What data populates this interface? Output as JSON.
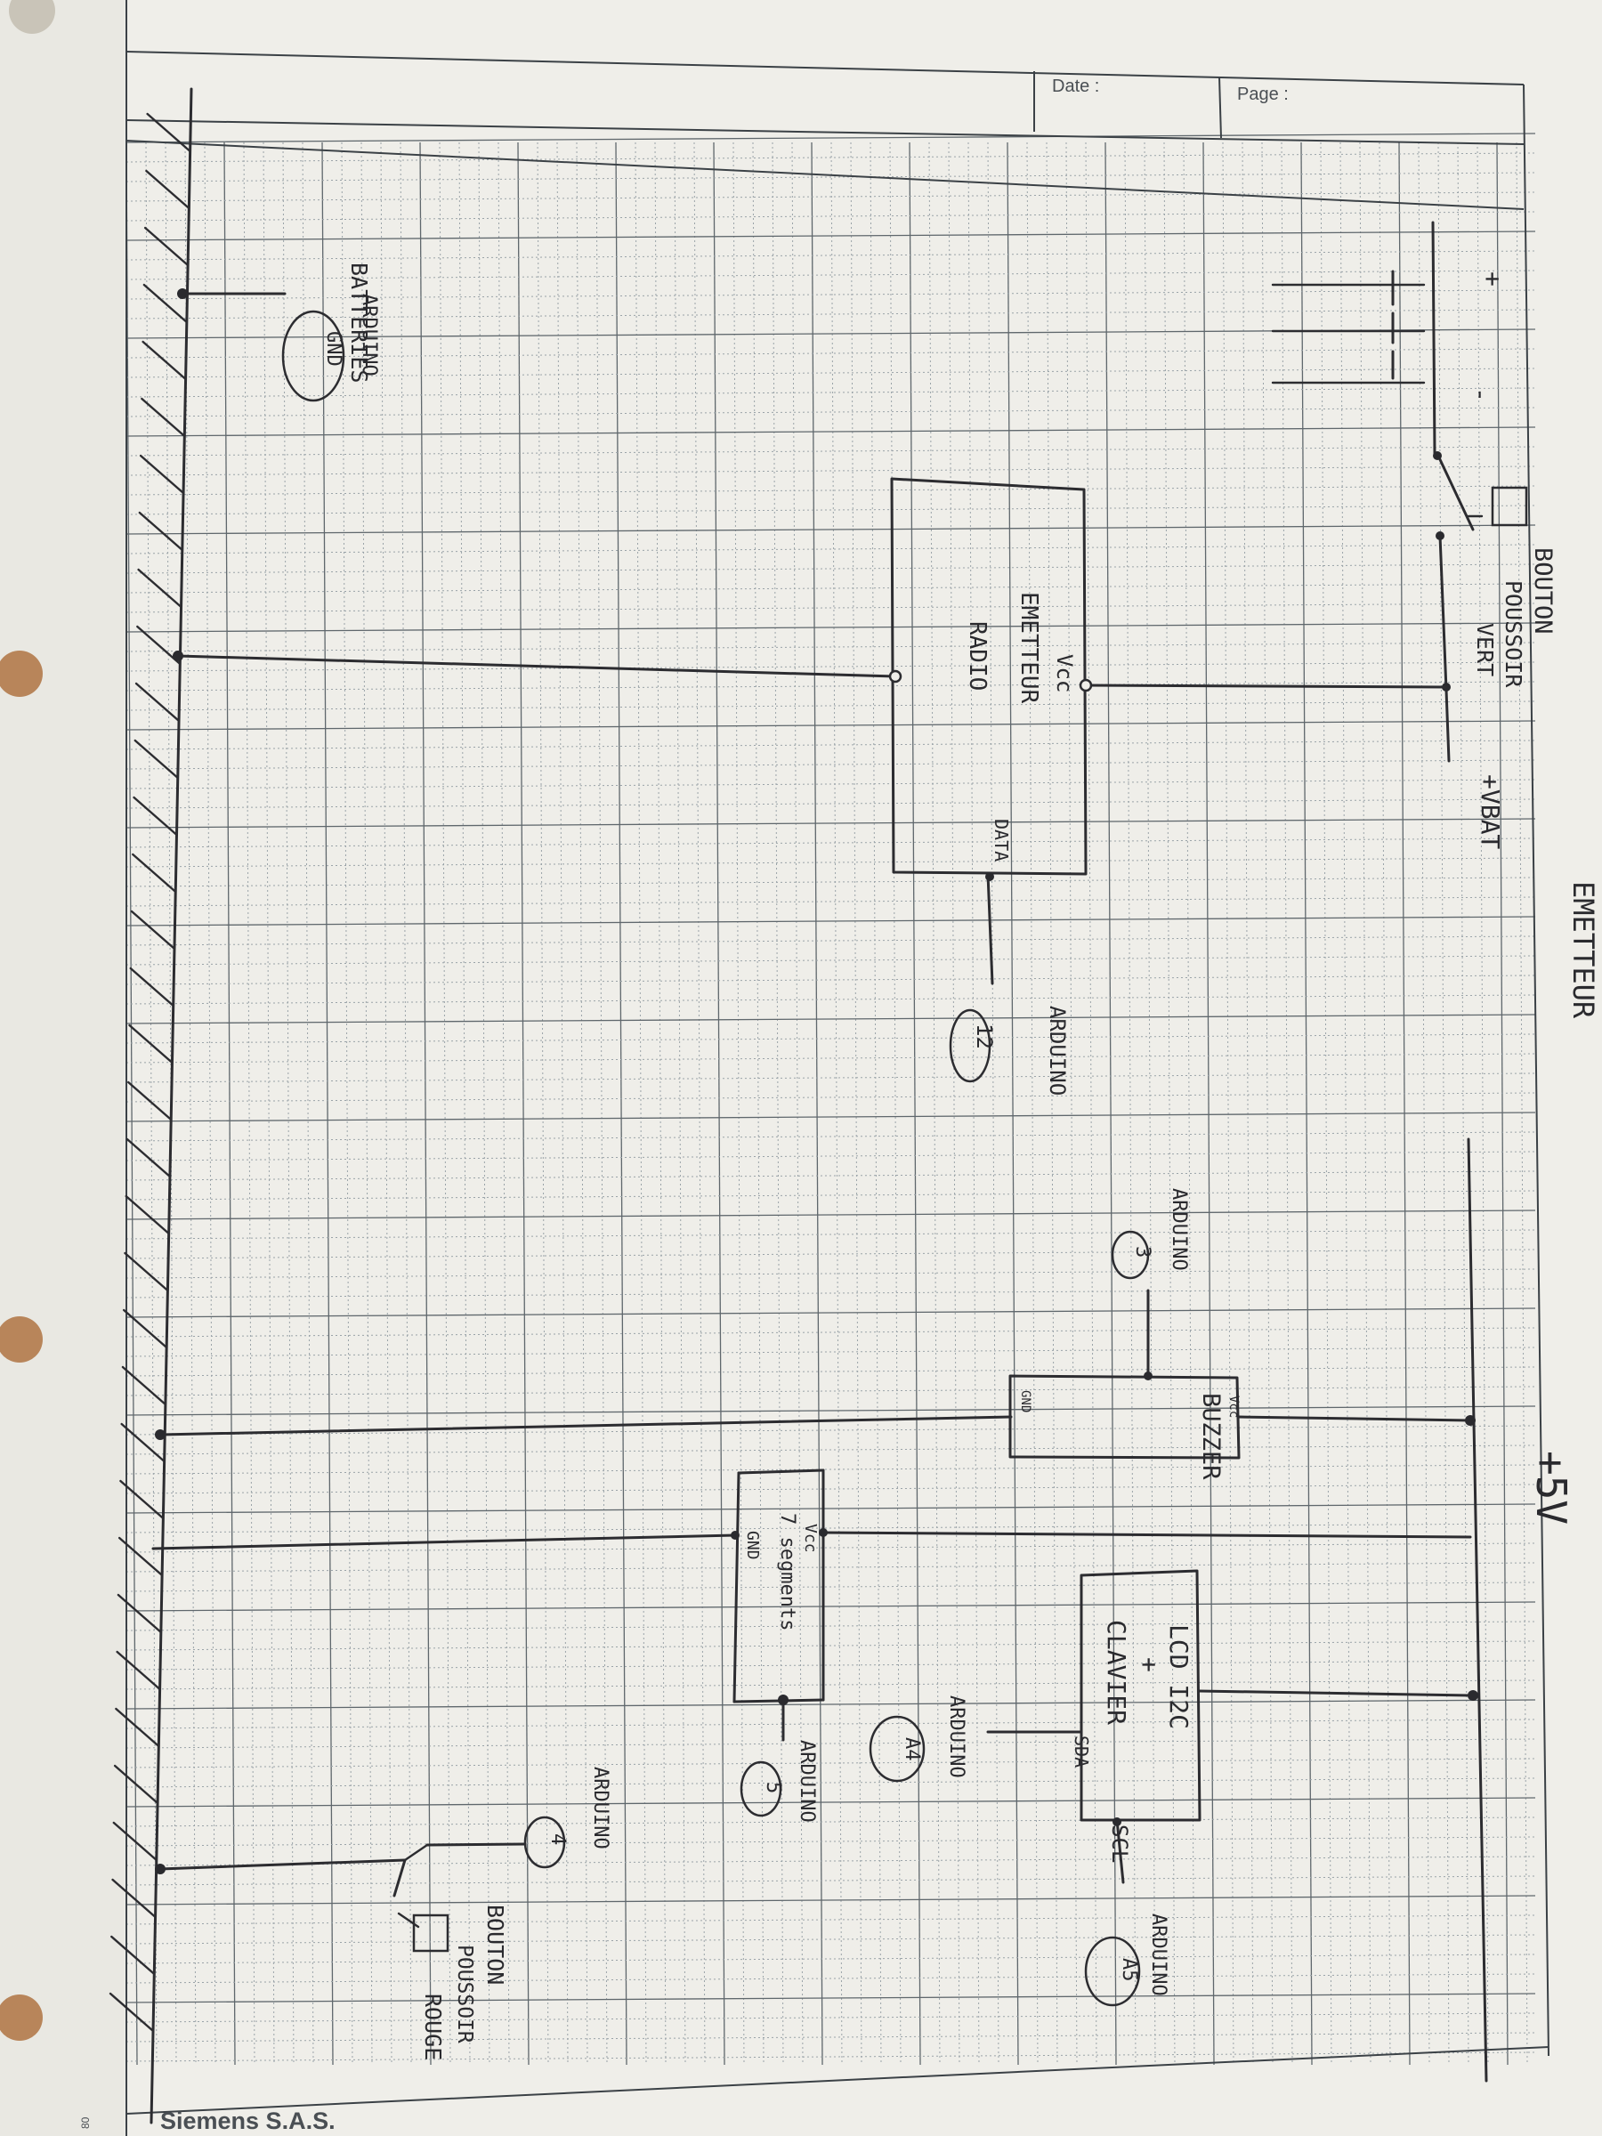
{
  "header": {
    "date_label": "Date :",
    "page_label": "Page :"
  },
  "footer": {
    "company": "Siemens S.A.S.",
    "side_mark": "80"
  },
  "diagram": {
    "title": "EMETTEUR",
    "rail_label": "+5V",
    "battery": {
      "label": "BATTERIES",
      "plus": "+",
      "minus": "-"
    },
    "green_button": {
      "line1": "BOUTON",
      "line2": "POUSSOIR",
      "line3": "VERT"
    },
    "vbat_label": "+VBAT",
    "gnd_ref": {
      "label": "ARDUINO",
      "pin": "GND"
    },
    "radio": {
      "vcc": "Vcc",
      "name1": "EMETTEUR",
      "name2": "RADIO",
      "data": "DATA"
    },
    "pin12": {
      "label": "ARDUINO",
      "pin": "12"
    },
    "pin3": {
      "label": "ARDUINO",
      "pin": "3"
    },
    "buzzer": {
      "vcc": "Vcc",
      "name": "BUZZER",
      "gnd": "GND"
    },
    "seg": {
      "vcc": "Vcc",
      "name": "7 segments",
      "gnd": "GND"
    },
    "pin5": {
      "label": "ARDUINO",
      "pin": "5"
    },
    "lcd": {
      "line1": "LCD I2C",
      "line2": "+",
      "line3": "CLAVIER",
      "sda": "SDA",
      "scl": "SCL"
    },
    "pinA4": {
      "label": "ARDUINO",
      "pin": "A4"
    },
    "pinA5": {
      "label": "ARDUINO",
      "pin": "A5"
    },
    "pin4": {
      "label": "ARDUINO",
      "pin": "4"
    },
    "red_button": {
      "line1": "BOUTON",
      "line2": "POUSSOIR",
      "line3": "ROUGE"
    }
  }
}
